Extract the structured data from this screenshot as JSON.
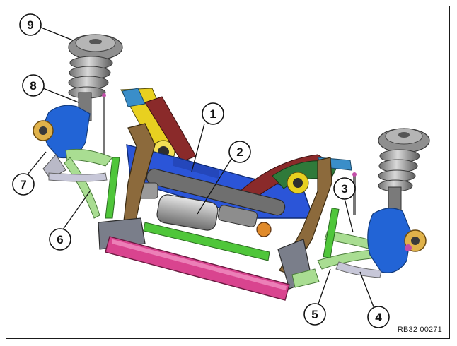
{
  "callouts": [
    {
      "id": "c1",
      "label": "1"
    },
    {
      "id": "c2",
      "label": "2"
    },
    {
      "id": "c3",
      "label": "3"
    },
    {
      "id": "c4",
      "label": "4"
    },
    {
      "id": "c5",
      "label": "5"
    },
    {
      "id": "c6",
      "label": "6"
    },
    {
      "id": "c7",
      "label": "7"
    },
    {
      "id": "c8",
      "label": "8"
    },
    {
      "id": "c9",
      "label": "9"
    }
  ],
  "reference_code": "RB32 00271",
  "colors": {
    "subframe_blue": "#2b55d8",
    "stabilizer_pink": "#d9448f",
    "tension_strut_green": "#9fd68a",
    "wishbone_green": "#4fc63a",
    "steering_arm_red": "#8a2a2a",
    "bracket_yellow": "#e8d020",
    "hub_blue": "#1f5fd0",
    "brown_strut": "#8c6a3c"
  }
}
